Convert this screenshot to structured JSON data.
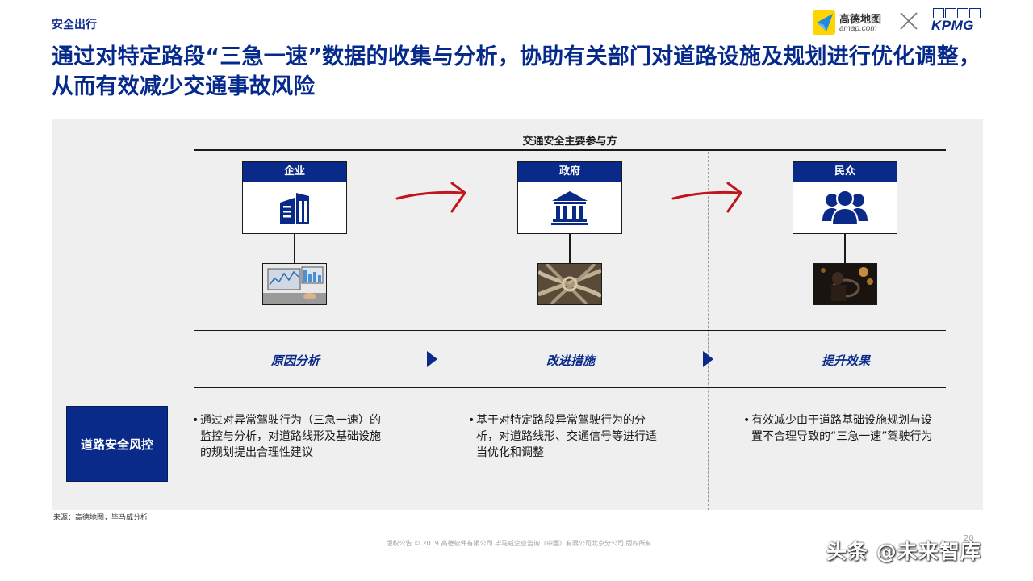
{
  "header": {
    "section_tag": "安全出行",
    "title": "通过对特定路段“三急一速”数据的收集与分析，协助有关部门对道路设施及规划进行优化调整，从而有效减少交通事故风险"
  },
  "logos": {
    "amap_name": "高德地图",
    "amap_url": "amap.com",
    "kpmg": "KPMG"
  },
  "diagram": {
    "participants_label": "交通安全主要参与方",
    "parties": [
      {
        "label": "企业",
        "icon": "building-icon"
      },
      {
        "label": "政府",
        "icon": "government-icon"
      },
      {
        "label": "民众",
        "icon": "people-icon"
      }
    ],
    "stages": [
      "原因分析",
      "改进措施",
      "提升效果"
    ],
    "row_label": "道路安全风控",
    "bullets": [
      "通过对异常驾驶行为（三急一速）的监控与分析，对道路线形及基础设施的规划提出合理性建议",
      "基于对特定路段异常驾驶行为的分析，对道路线形、交通信号等进行适当优化和调整",
      "有效减少由于道路基础设施规划与设置不合理导致的“三急一速”驾驶行为"
    ]
  },
  "source": "来源：高德地图，毕马威分析",
  "footer": "版权公告 © 2019 高德软件有限公司 毕马威企业咨询（中国）有限公司北京分公司 版权所有",
  "page_number": "20",
  "watermark": "头条 @未来智库",
  "colors": {
    "brand_blue": "#0a2a8a",
    "arrow_red": "#c0151b",
    "panel_bg": "#efefef"
  }
}
